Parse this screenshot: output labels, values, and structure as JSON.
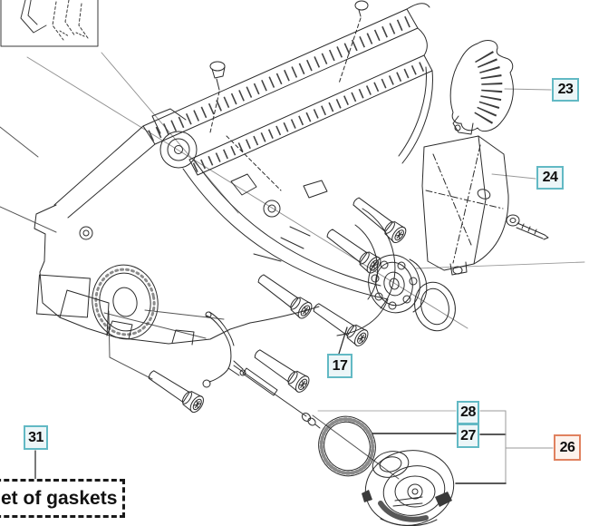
{
  "callouts": {
    "c17": {
      "label": "17",
      "style": "teal"
    },
    "c23": {
      "label": "23",
      "style": "teal"
    },
    "c24": {
      "label": "24",
      "style": "teal"
    },
    "c26": {
      "label": "26",
      "style": "orange"
    },
    "c27": {
      "label": "27",
      "style": "teal"
    },
    "c28": {
      "label": "28",
      "style": "teal"
    },
    "c31": {
      "label": "31",
      "style": "teal"
    }
  },
  "note": {
    "text": "et of gaskets"
  },
  "colors": {
    "callout_teal_border": "#62b9c4",
    "callout_teal_bg": "#ecf6f8",
    "callout_orange_border": "#e0815f",
    "callout_orange_bg": "#fdf2ec",
    "line_art": "#2b2b2b",
    "leader_gray": "#8f8f8f"
  }
}
